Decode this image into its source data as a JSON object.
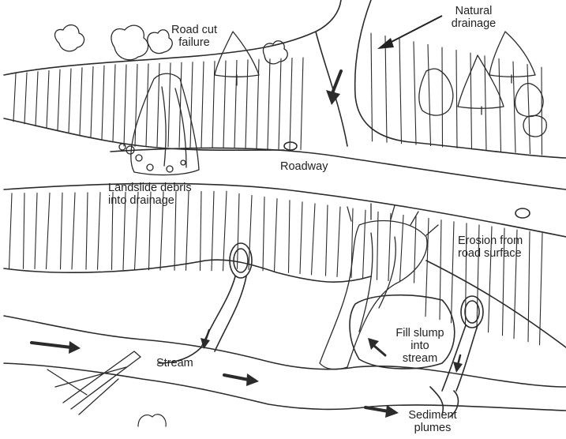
{
  "colors": {
    "ink": "#2b2b2b",
    "paper": "#ffffff"
  },
  "labels": {
    "road_cut_failure": [
      "Road cut",
      "failure"
    ],
    "natural_drainage": [
      "Natural",
      "drainage"
    ],
    "roadway": "Roadway",
    "landslide_debris": [
      "Landslide debris",
      "into drainage"
    ],
    "erosion": [
      "Erosion from",
      "road surface"
    ],
    "fill_slump": [
      "Fill slump",
      "into",
      "stream"
    ],
    "stream": "Stream",
    "sediment_plumes": [
      "Sediment",
      "plumes"
    ]
  }
}
